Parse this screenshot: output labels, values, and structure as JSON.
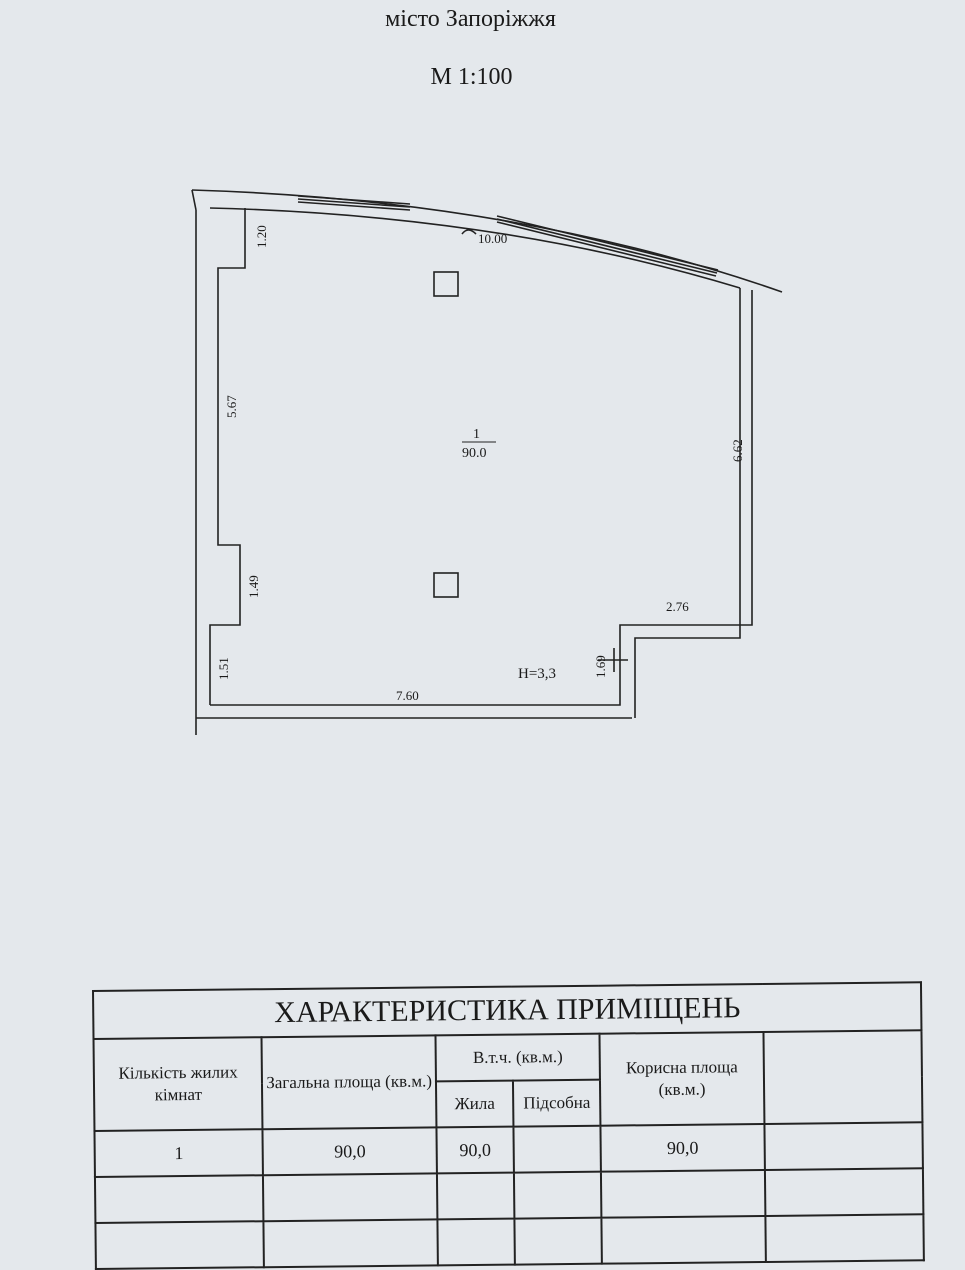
{
  "header": {
    "city": "місто Запоріжжя",
    "scale": "М 1:100"
  },
  "plan": {
    "room_number": "1",
    "room_area": "90.0",
    "height": "Н=3,3",
    "dimensions": {
      "arc": "10.00",
      "top_left": "1.20",
      "left": "5.67",
      "left_step": "1.49",
      "left_bottom": "1.51",
      "bottom": "7.60",
      "right": "6.62",
      "right_bottom": "2.76",
      "notch": "1.69"
    }
  },
  "table": {
    "title": "ХАРАКТЕРИСТИКА ПРИМІЩЕНЬ",
    "col_rooms": "Кількість жилих кімнат",
    "col_total": "Загальна площа (кв.м.)",
    "col_incl": "В.т.ч. (кв.м.)",
    "col_living": "Жила",
    "col_aux": "Підсобна",
    "col_useful": "Корисна площа (кв.м.)",
    "row1": {
      "rooms": "1",
      "total": "90,0",
      "living": "90,0",
      "aux": "",
      "useful": "90,0"
    }
  }
}
